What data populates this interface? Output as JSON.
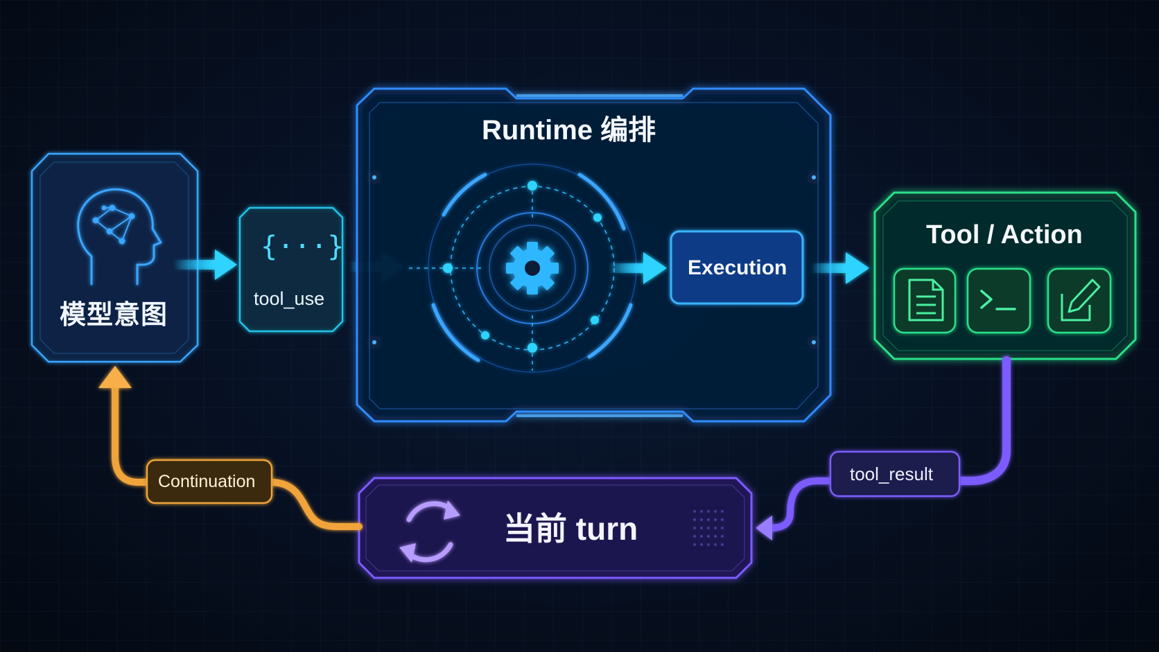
{
  "nodes": {
    "model_intent": {
      "label": "模型意图"
    },
    "tool_use": {
      "label": "tool_use",
      "glyph": "{···}"
    },
    "runtime": {
      "title": "Runtime 编排",
      "center_icon": "gear-icon"
    },
    "execution": {
      "label": "Execution"
    },
    "tool_action": {
      "title": "Tool / Action",
      "icons": [
        "document-icon",
        "terminal-icon",
        "edit-icon"
      ]
    },
    "tool_result": {
      "label": "tool_result"
    },
    "current_turn": {
      "label": "当前 turn",
      "icon": "refresh-icon"
    },
    "continuation": {
      "label": "Continuation"
    }
  },
  "colors": {
    "blue": "#2f8cff",
    "cyan": "#22c6ff",
    "green": "#29e08a",
    "purple": "#7b5cff",
    "orange": "#f0a43a"
  }
}
